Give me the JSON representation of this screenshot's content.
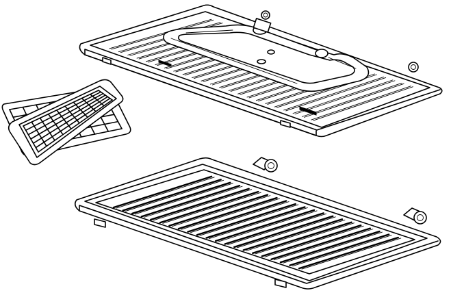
{
  "figure": {
    "parts": [
      {
        "name": "heating-plate-with-element"
      },
      {
        "name": "waffle-plates"
      },
      {
        "name": "grill-plate"
      }
    ]
  }
}
